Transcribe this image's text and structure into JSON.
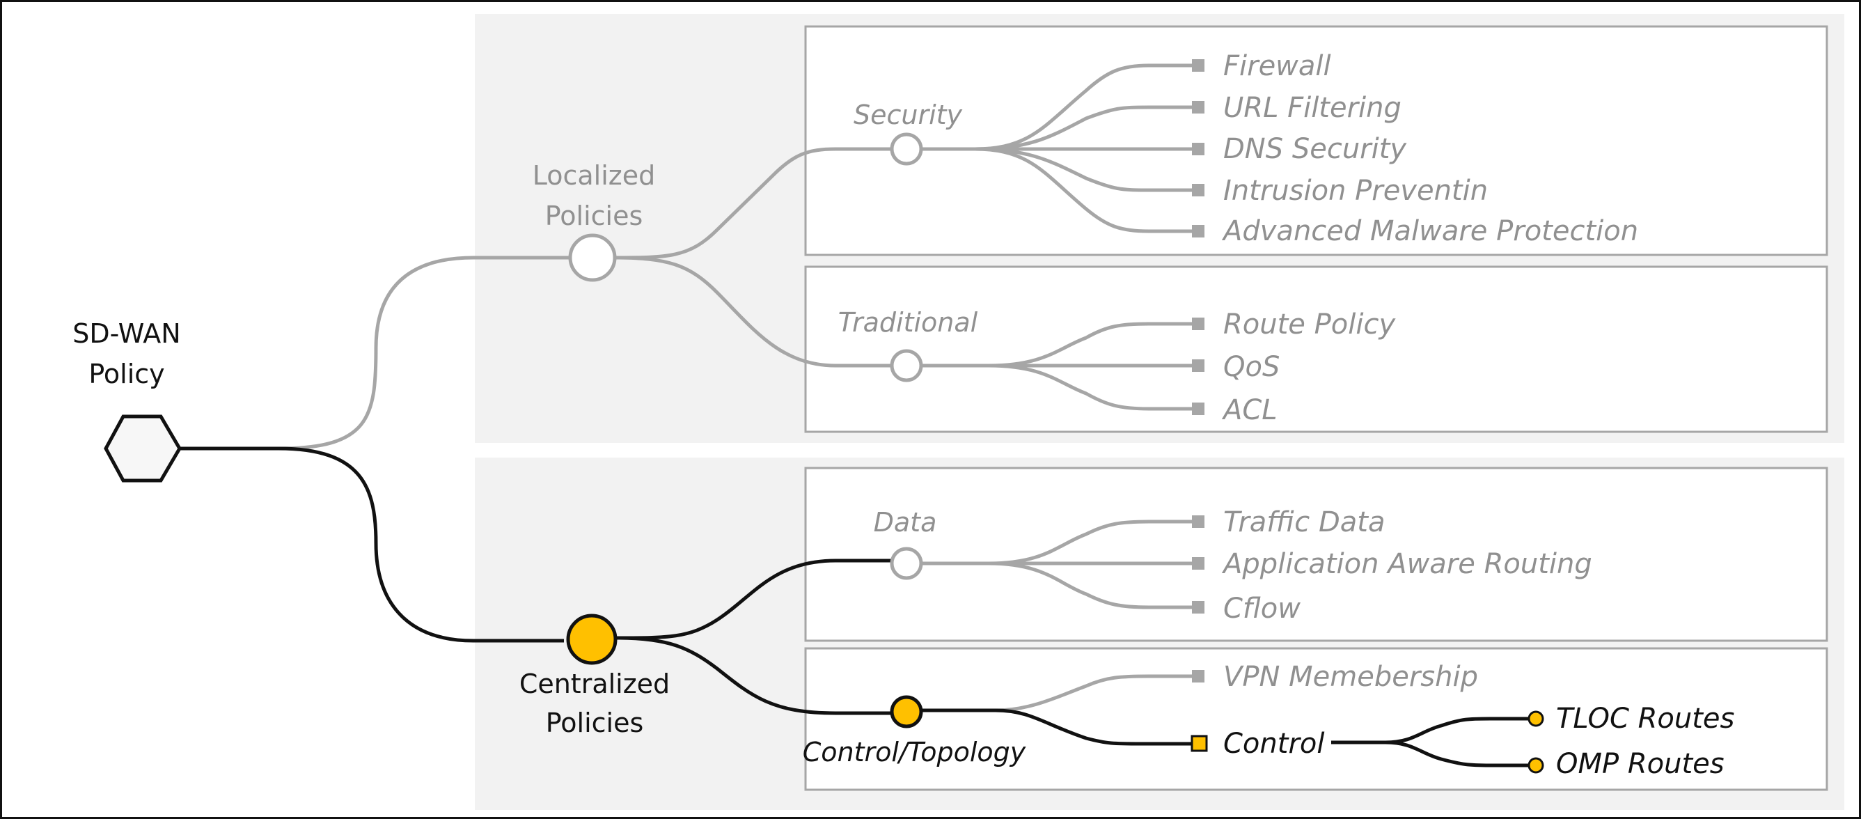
{
  "root": {
    "label_line1": "SD-WAN",
    "label_line2": "Policy"
  },
  "localized": {
    "label_line1": "Localized",
    "label_line2": "Policies",
    "security": {
      "label": "Security",
      "items": [
        "Firewall",
        "URL Filtering",
        "DNS Security",
        "Intrusion Preventin",
        "Advanced Malware Protection"
      ]
    },
    "traditional": {
      "label": "Traditional",
      "items": [
        "Route Policy",
        "QoS",
        "ACL"
      ]
    }
  },
  "centralized": {
    "label_line1": "Centralized",
    "label_line2": "Policies",
    "data": {
      "label": "Data",
      "items": [
        "Traffic Data",
        "Application Aware Routing",
        "Cflow"
      ]
    },
    "control_topology": {
      "label": "Control/Topology",
      "vpn_item": "VPN Memebership",
      "control": {
        "label": "Control",
        "items": [
          "TLOC Routes",
          "OMP Routes"
        ]
      }
    }
  },
  "colors": {
    "active": "#ffc000",
    "inactive_line": "#a6a6a6",
    "active_line": "#111111",
    "panel_bg": "#f2f2f2",
    "inactive_text": "#909090"
  }
}
